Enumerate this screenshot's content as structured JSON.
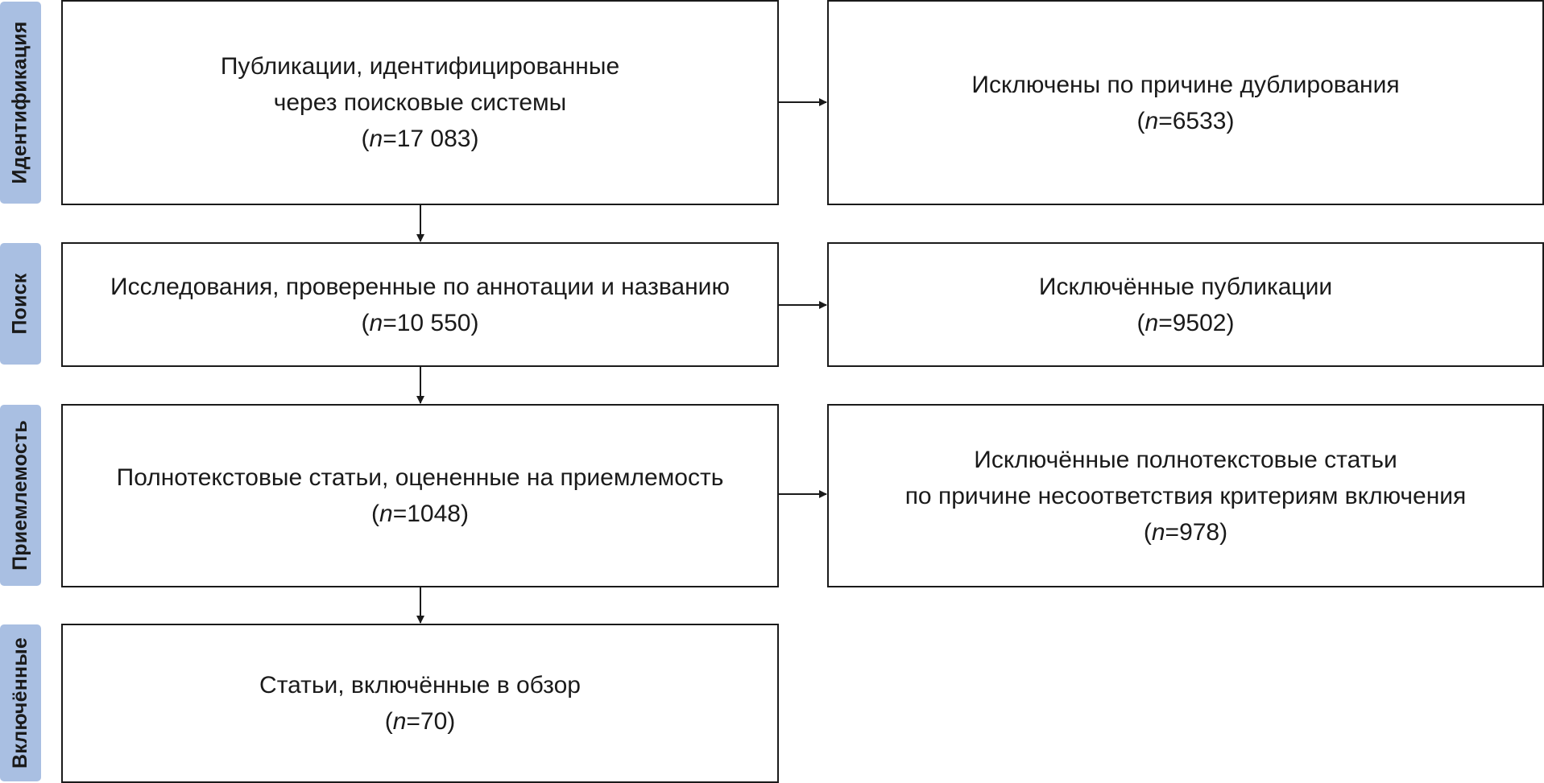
{
  "colors": {
    "stage_tab": "#a9bfe2",
    "border": "#1a1a1a",
    "background": "#ffffff"
  },
  "stages": [
    {
      "label": "Идентификация"
    },
    {
      "label": "Поиск"
    },
    {
      "label": "Приемлемость"
    },
    {
      "label": "Включённые"
    }
  ],
  "boxes": {
    "identified": {
      "lines": [
        "Публикации, идентифицированные",
        "через поисковые системы"
      ],
      "n_label": "n",
      "n_value": "=17 083"
    },
    "duplicates_excluded": {
      "lines": [
        "Исключены по причине дублирования"
      ],
      "n_label": "n",
      "n_value": "=6533"
    },
    "screened": {
      "lines": [
        "Исследования, проверенные по аннотации и названию"
      ],
      "n_label": "n",
      "n_value": "=10 550"
    },
    "screened_excluded": {
      "lines": [
        "Исключённые публикации"
      ],
      "n_label": "n",
      "n_value": "=9502"
    },
    "eligible": {
      "lines": [
        "Полнотекстовые статьи, оцененные на приемлемость"
      ],
      "n_label": "n",
      "n_value": "=1048"
    },
    "eligible_excluded": {
      "lines": [
        "Исключённые полнотекстовые статьи",
        "по причине несоответствия критериям включения"
      ],
      "n_label": "n",
      "n_value": "=978"
    },
    "included": {
      "lines": [
        "Статьи, включённые в обзор"
      ],
      "n_label": "n",
      "n_value": "=70"
    }
  }
}
